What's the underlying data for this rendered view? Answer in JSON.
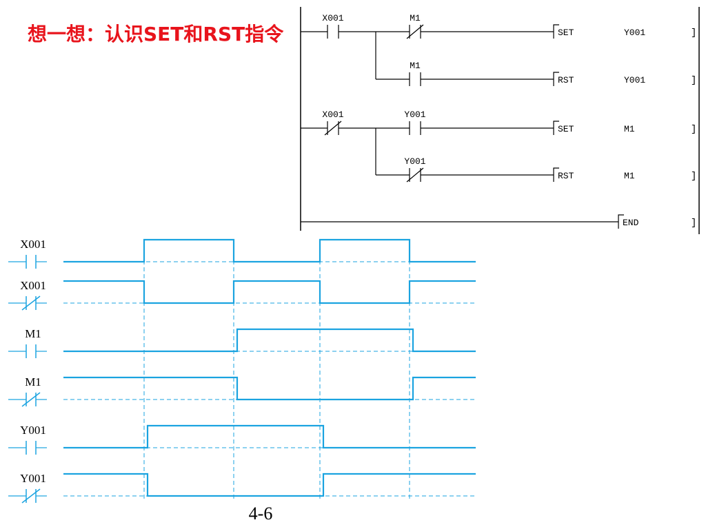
{
  "title": "想一想：认识SET和RST指令",
  "ladder": {
    "rungs": [
      {
        "contact": "X001",
        "contact_type": "NO",
        "branch_contact": "M1",
        "branch_type": "NC",
        "instr": "SET",
        "operand": "Y001"
      },
      {
        "contact": "",
        "contact_type": "",
        "branch_contact": "M1",
        "branch_type": "NO",
        "instr": "RST",
        "operand": "Y001"
      },
      {
        "contact": "X001",
        "contact_type": "NC",
        "branch_contact": "Y001",
        "branch_type": "NO",
        "instr": "SET",
        "operand": "M1"
      },
      {
        "contact": "",
        "contact_type": "",
        "branch_contact": "Y001",
        "branch_type": "NC",
        "instr": "RST",
        "operand": "M1"
      }
    ],
    "end_label": "END",
    "bracket_close": "]"
  },
  "timing": {
    "signals": [
      {
        "label": "X001",
        "contact": "NO",
        "levels": [
          0,
          1,
          0,
          1,
          0
        ]
      },
      {
        "label": "X001",
        "contact": "NC",
        "levels": [
          1,
          0,
          1,
          0,
          1
        ]
      },
      {
        "label": "M1",
        "contact": "NO",
        "levels": [
          0,
          0,
          1,
          1,
          0
        ]
      },
      {
        "label": "M1",
        "contact": "NC",
        "levels": [
          1,
          1,
          0,
          0,
          1
        ]
      },
      {
        "label": "Y001",
        "contact": "NO",
        "levels": [
          0,
          1,
          1,
          0,
          0
        ]
      },
      {
        "label": "Y001",
        "contact": "NC",
        "levels": [
          1,
          0,
          0,
          1,
          1
        ]
      }
    ],
    "caption": "4-6",
    "colors": {
      "wave": "#1aa3e0",
      "grid": "#1aa3e0",
      "contact": "#1aa3e0"
    }
  }
}
